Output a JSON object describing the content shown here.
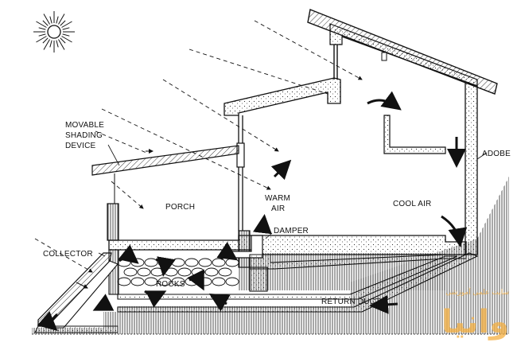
{
  "diagram": {
    "labels": {
      "movable_shading_device": [
        "MOVABLE",
        "SHADING",
        "DEVICE"
      ],
      "porch": "PORCH",
      "warm_air": [
        "WARM",
        "AIR"
      ],
      "cool_air": "COOL AIR",
      "adobe": "ADOBE",
      "damper": "DAMPER",
      "collector": "COLLECTOR",
      "rocks": "ROCKS",
      "return_duct": "RETURN DUCT"
    },
    "watermark": {
      "logo_text": "وانیا",
      "small_text": "سایت علمی آموزشی"
    },
    "colors": {
      "ink": "#111111",
      "hatch": "#222222",
      "watermark": "#f5b041"
    }
  }
}
